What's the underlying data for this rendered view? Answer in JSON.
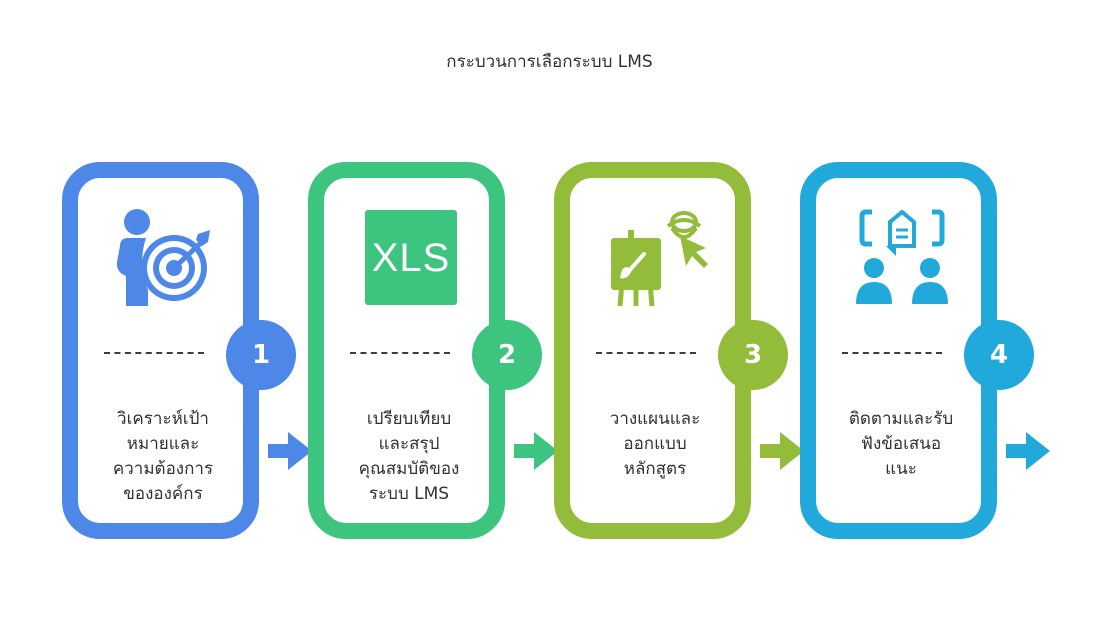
{
  "title": "กระบวนการเลือกระบบ LMS",
  "colors": {
    "step1": "#4d87e8",
    "step2": "#3dc47e",
    "step3": "#92bc3a",
    "step4": "#21a9db"
  },
  "steps": [
    {
      "number": "1",
      "icon": "target-person-icon",
      "lines": [
        "วิเคราะห์เป้า",
        "หมายและ",
        "ความต้องการ",
        "ขององค์กร"
      ]
    },
    {
      "number": "2",
      "icon": "xls-file-icon",
      "icon_text": "XLS",
      "lines": [
        "เปรียบเทียบ",
        "และสรุป",
        "คุณสมบัติของ",
        "ระบบ LMS"
      ]
    },
    {
      "number": "3",
      "icon": "easel-planning-icon",
      "lines": [
        "วางแผนและ",
        "ออกแบบ",
        "หลักสูตร"
      ]
    },
    {
      "number": "4",
      "icon": "feedback-people-icon",
      "lines": [
        "ติดตามและรับ",
        "ฟังข้อเสนอ",
        "แนะ"
      ]
    }
  ]
}
